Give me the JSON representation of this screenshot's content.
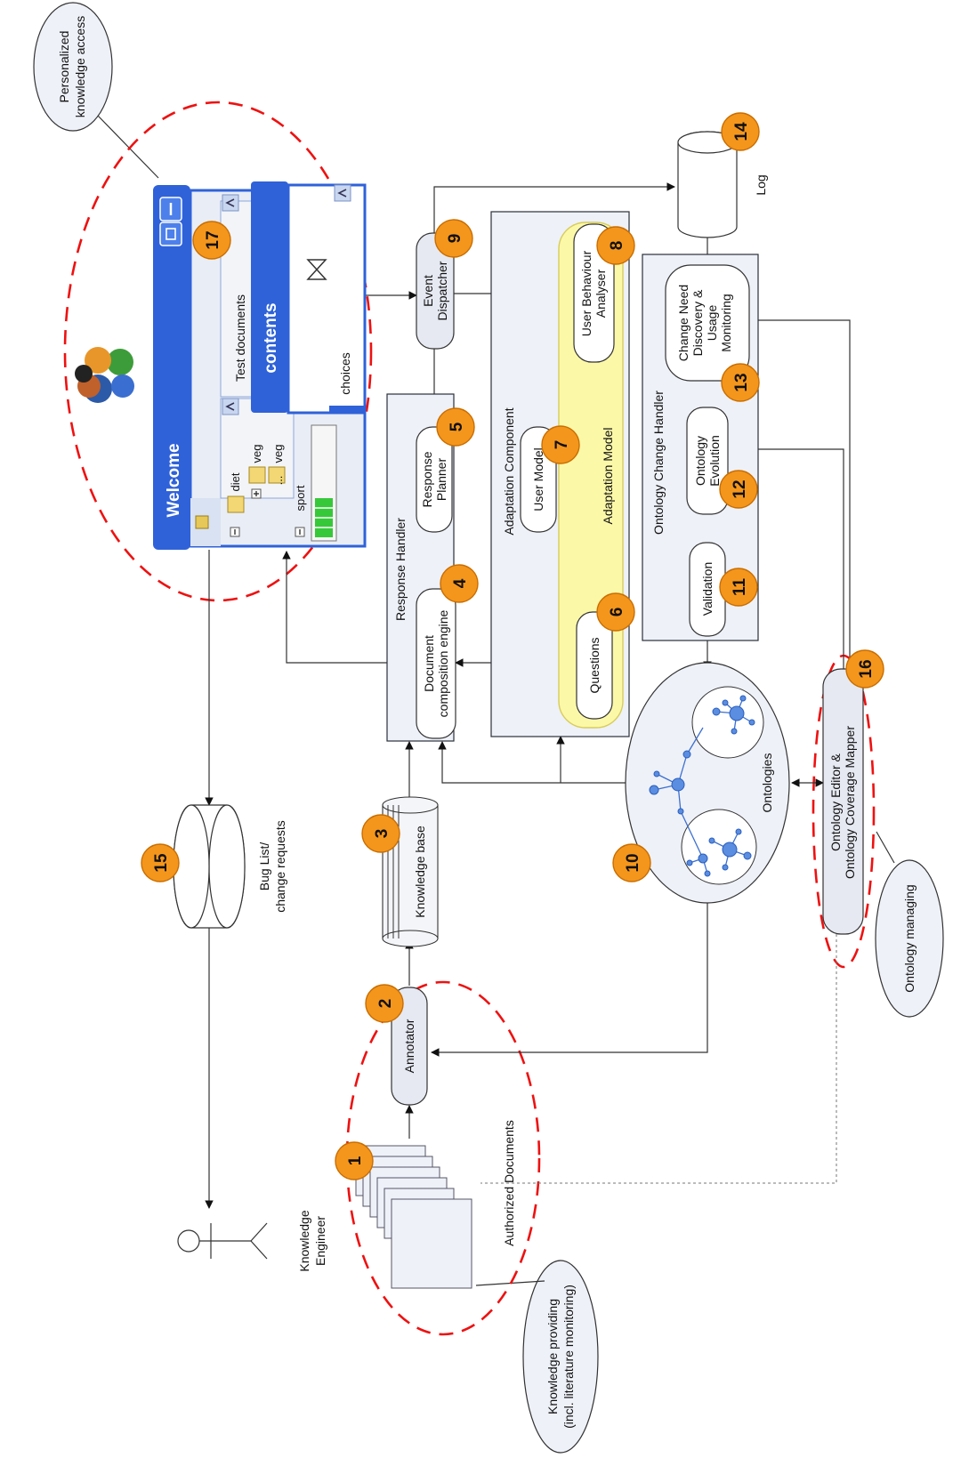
{
  "labels": {
    "knowledge_engineer": [
      "Knowledge",
      "Engineer"
    ],
    "authorized_documents": "Authorized Documents",
    "annotator": "Annotator",
    "knowledge_base": "Knowledge base",
    "bug_list": [
      "Bug List/",
      "change requests"
    ],
    "response_handler": "Response Handler",
    "response_planner": [
      "Response",
      "Planner"
    ],
    "document_composition_engine": [
      "Document",
      "composition engine"
    ],
    "adaptation_component": "Adaptation Component",
    "adaptation_model": "Adaptation Model",
    "user_model": "User Model",
    "user_behaviour_analyser": [
      "User Behaviour",
      "Analyser"
    ],
    "questions": "Questions",
    "event_dispatcher": [
      "Event",
      "Dispatcher"
    ],
    "log": "Log",
    "ontology_change_handler": "Ontology Change Handler",
    "validation": "Validation",
    "ontology_evolution": [
      "Ontology",
      "Evolution"
    ],
    "change_need_discovery": [
      "Change Need",
      "Discovery &",
      "Usage",
      "Monitoring"
    ],
    "ontologies": "Ontologies",
    "ontology_editor": [
      "Ontology Editor &",
      "Ontology Coverage Mapper"
    ],
    "callout_personalized": [
      "Personalized",
      "knowledge access"
    ],
    "callout_knowledge_providing": [
      "Knowledge providing",
      "(incl. literature monitoring)"
    ],
    "callout_ontology_managing": "Ontology managing"
  },
  "window": {
    "title": "Welcome",
    "panel_title": "Test documents",
    "popup_title": "contents",
    "popup_footer": "choices",
    "tree_items": [
      "diet",
      "veg",
      "veg",
      "...",
      "sport"
    ]
  },
  "badges": [
    "1",
    "2",
    "3",
    "4",
    "5",
    "6",
    "7",
    "8",
    "9",
    "10",
    "11",
    "12",
    "13",
    "14",
    "15",
    "16",
    "17"
  ],
  "colors": {
    "badge": "#f5961c",
    "dashed_outline": "#ee1111",
    "window_blue": "#2f62d9",
    "adaptation_model_fill": "#fbf8a8",
    "component_fill": "#eef1f8",
    "ontology_node": "#5b8de0"
  }
}
